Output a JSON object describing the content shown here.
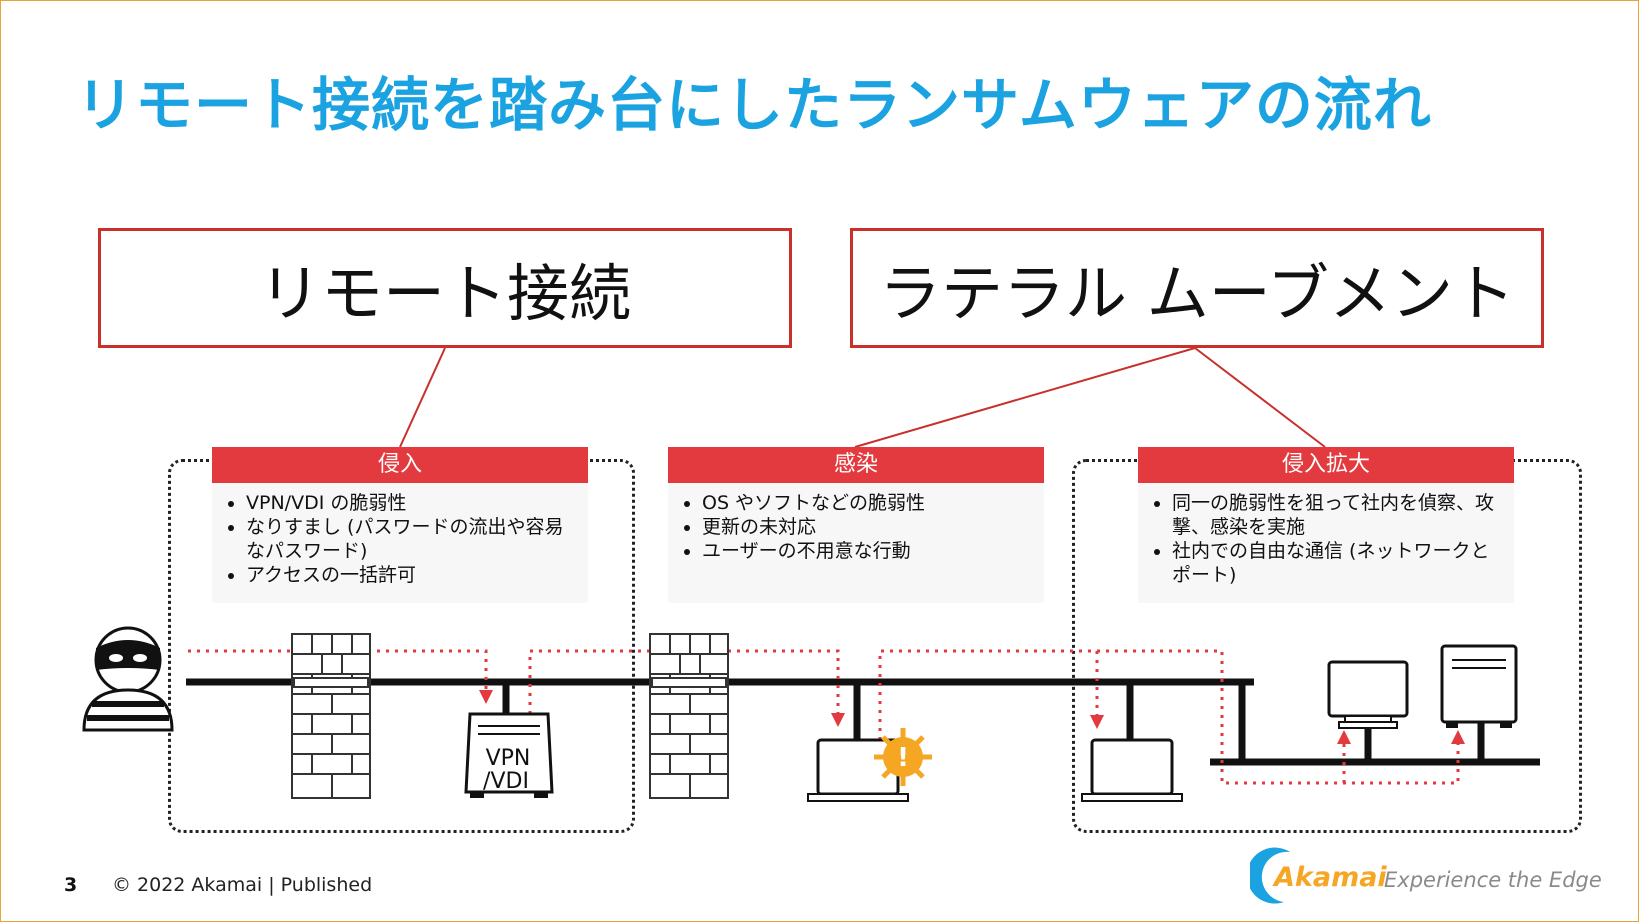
{
  "title": "リモート接続を踏み台にしたランサムウェアの流れ",
  "headers": {
    "remote_connection": "リモート接続",
    "lateral_movement": "ラテラル ムーブメント"
  },
  "cards": {
    "intrusion": {
      "title": "侵入",
      "items": [
        "VPN/VDI の脆弱性",
        "なりすまし (パスワードの流出や容易なパスワード)",
        "アクセスの一括許可"
      ]
    },
    "infection": {
      "title": "感染",
      "items": [
        "OS やソフトなどの脆弱性",
        "更新の未対応",
        "ユーザーの不用意な行動"
      ]
    },
    "expansion": {
      "title": "侵入拡大",
      "items": [
        "同一の脆弱性を狙って社内を偵察、攻撃、感染を実施",
        "社内での自由な通信 (ネットワークとポート)"
      ]
    }
  },
  "diagram": {
    "vpn_label_line1": "VPN",
    "vpn_label_line2": "/VDI",
    "warning_mark": "!",
    "icons": [
      "attacker-icon",
      "firewall-icon",
      "vpn-appliance-icon",
      "laptop-icon",
      "virus-icon",
      "desktop-icon",
      "server-icon"
    ],
    "colors": {
      "accent_blue": "#1aa3e0",
      "alert_red": "#e23a3f",
      "virus_orange": "#f5a623"
    }
  },
  "footer": {
    "page_number": "3",
    "copyright": "© 2022 Akamai | Published",
    "brand": "Akamai",
    "tagline": "Experience the Edge"
  }
}
